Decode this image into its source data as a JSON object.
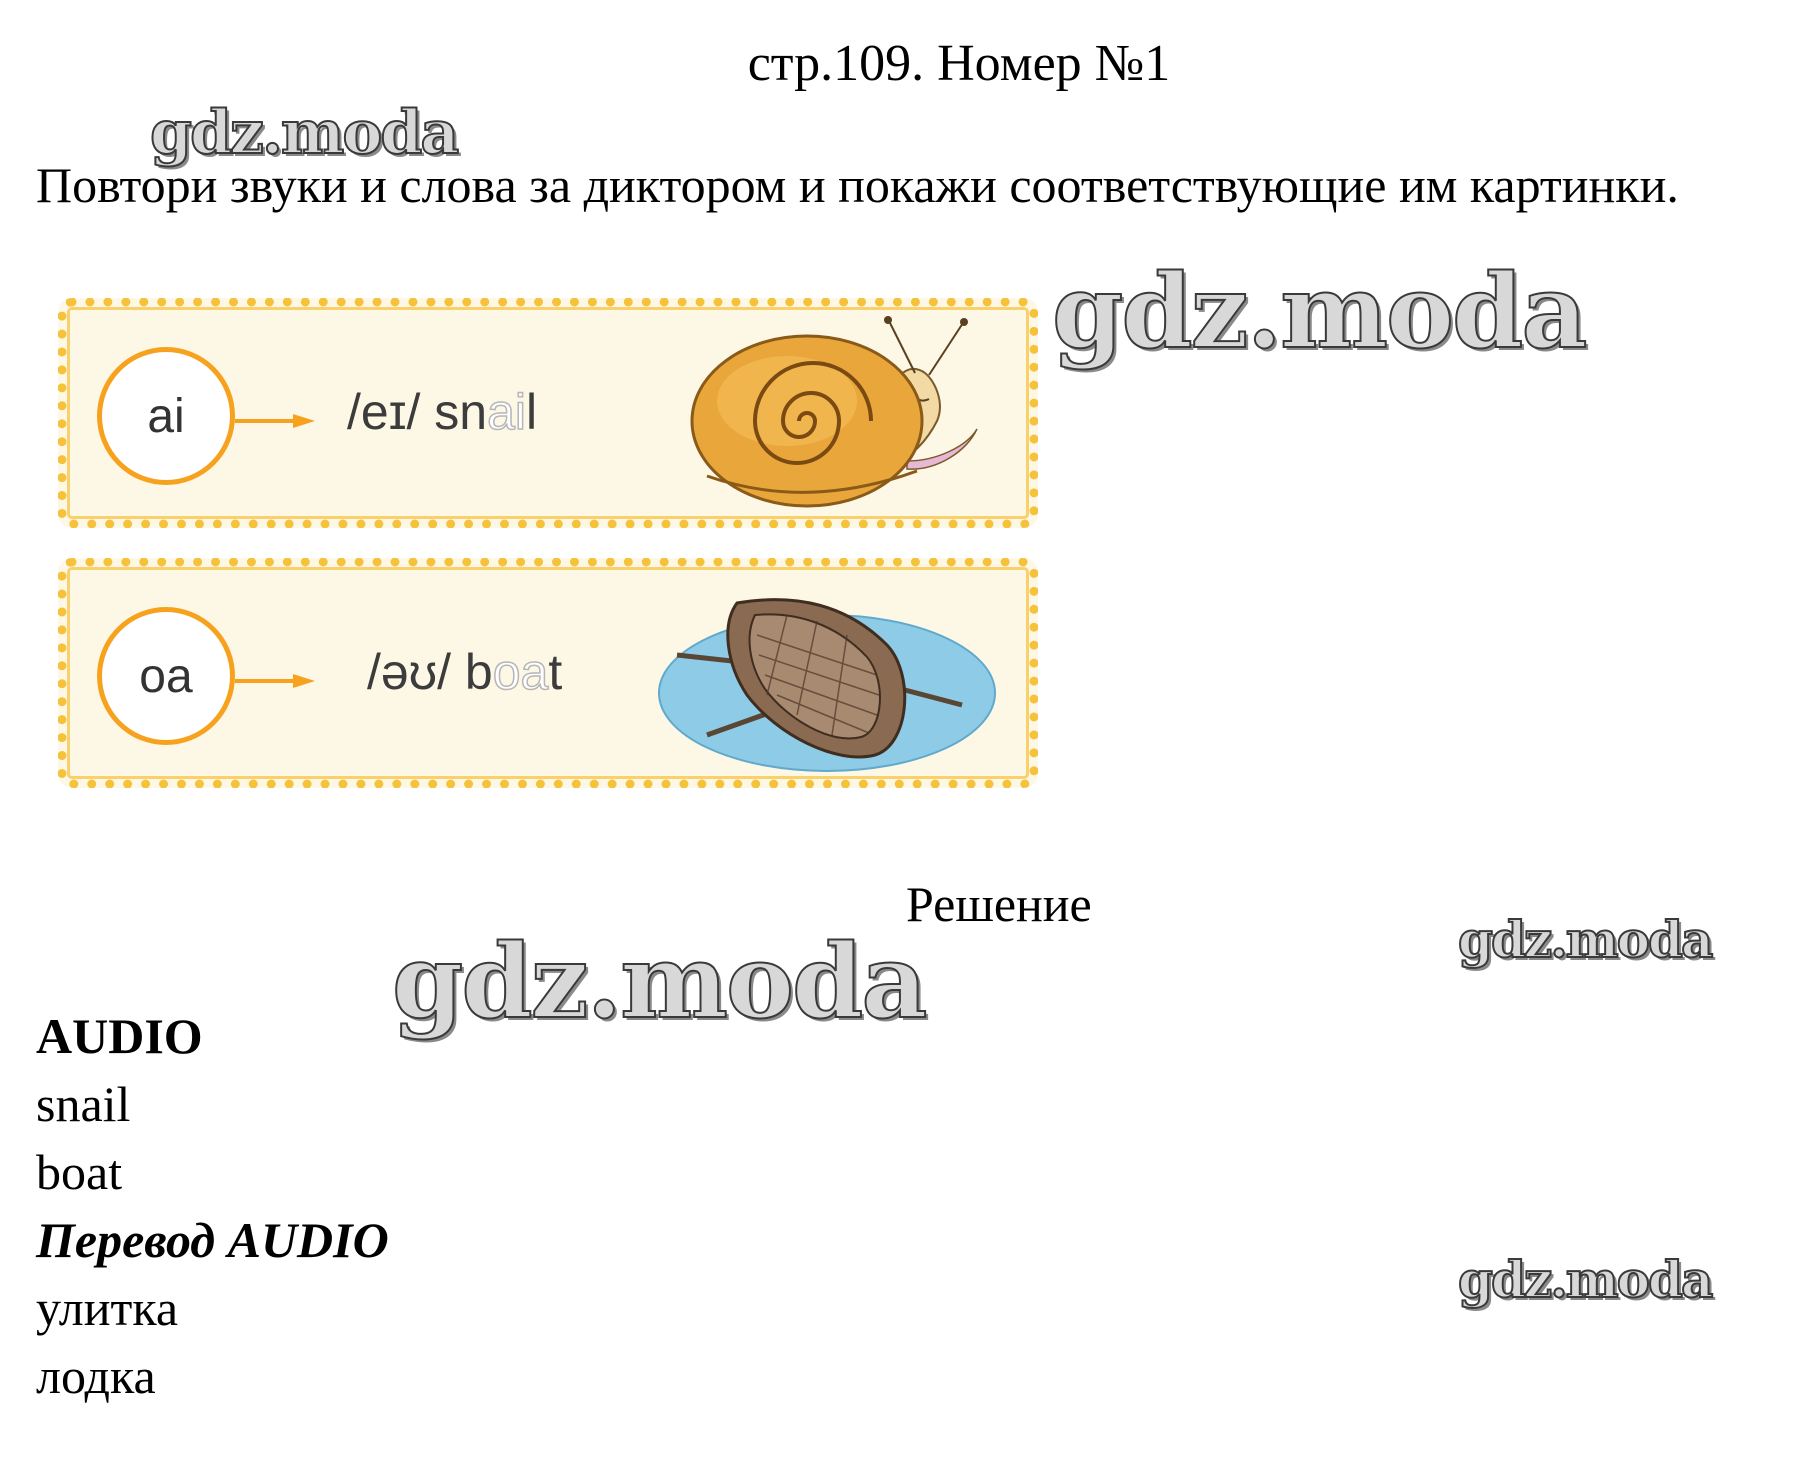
{
  "header": {
    "page_ref": "стр.109. Номер №1"
  },
  "task": {
    "instruction": "Повтори звуки и слова за диктором и покажи соответствующие им картинки."
  },
  "watermark": {
    "text": "gdz.moda"
  },
  "cards": [
    {
      "digraph": "ai",
      "transcription": "/eɪ/",
      "word_start": "sn",
      "word_highlight": "ai",
      "word_end": "l",
      "picture": "snail-illustration"
    },
    {
      "digraph": "oa",
      "transcription": "/əʊ/",
      "word_start": "b",
      "word_highlight": "oa",
      "word_end": "t",
      "picture": "boat-illustration"
    }
  ],
  "solution": {
    "title": "Решение",
    "audio_heading": "AUDIO",
    "audio_words": [
      "snail",
      "boat"
    ],
    "translation_heading": "Перевод AUDIO",
    "translation_words": [
      "улитка",
      "лодка"
    ]
  },
  "colors": {
    "card_border": "#f6c23c",
    "card_background": "#fdf7e6",
    "accent_orange": "#f6a21f"
  }
}
